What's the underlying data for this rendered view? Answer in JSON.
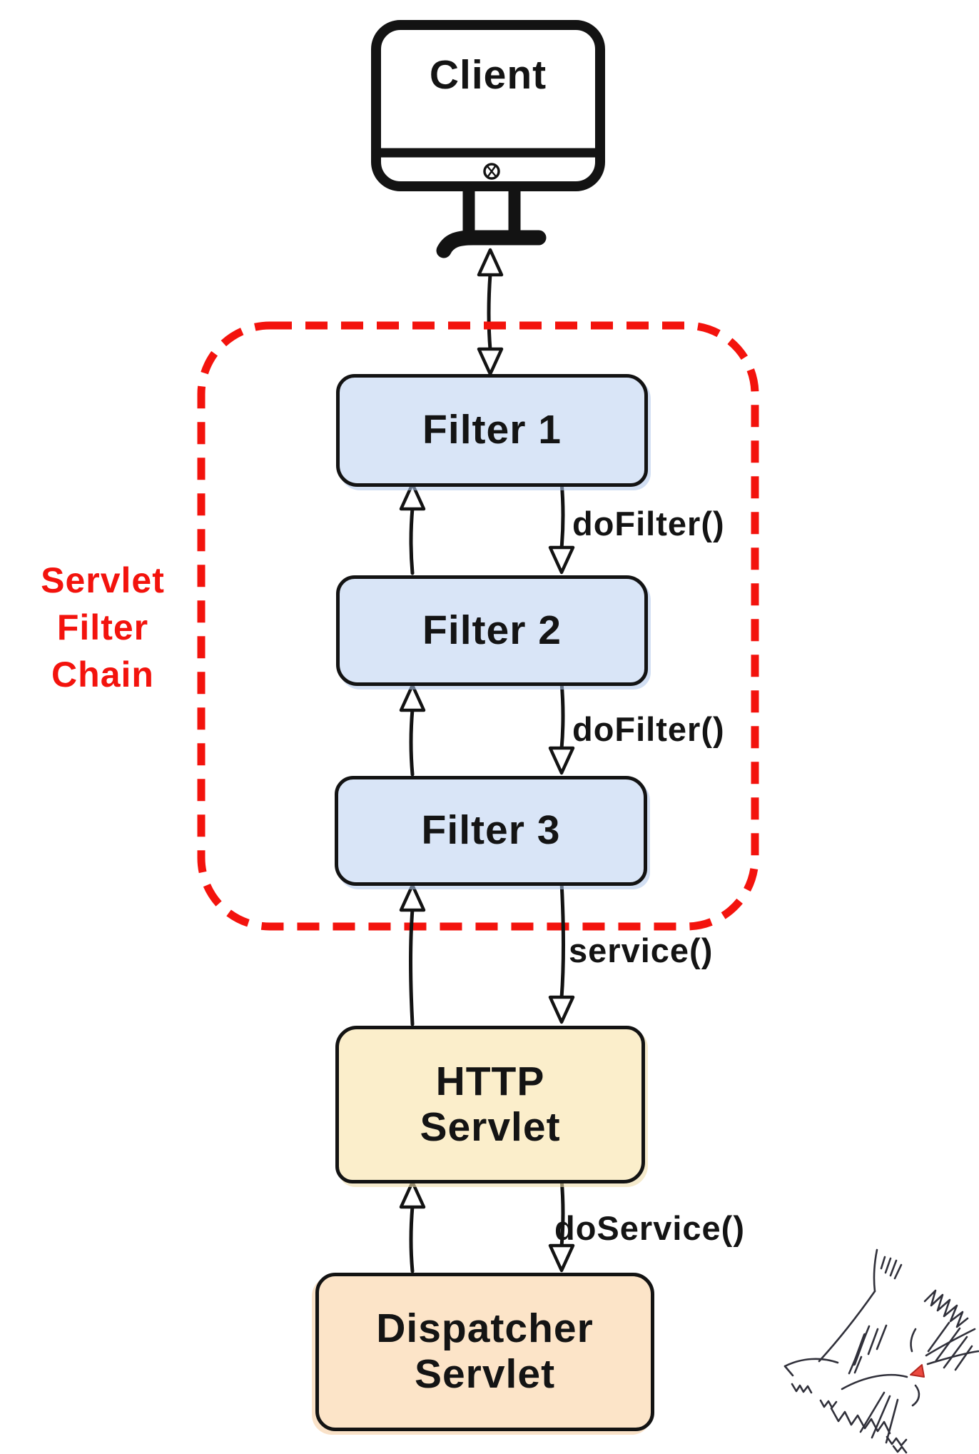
{
  "diagram": {
    "title": "Servlet Filter Chain request flow",
    "client": {
      "label": "Client",
      "icon": "client-monitor-icon"
    },
    "chain": {
      "title": "Servlet Filter Chain",
      "title_lines": [
        "Servlet",
        "Filter",
        "Chain"
      ],
      "outline_style": "red-dashed-rounded-rect",
      "filters": [
        {
          "label": "Filter 1"
        },
        {
          "label": "Filter 2"
        },
        {
          "label": "Filter 3"
        }
      ]
    },
    "http_servlet": {
      "label": "HTTP Servlet",
      "lines": [
        "HTTP",
        "Servlet"
      ]
    },
    "dispatcher_servlet": {
      "label": "Dispatcher Servlet",
      "lines": [
        "Dispatcher",
        "Servlet"
      ]
    },
    "edge_labels": [
      {
        "label": "doFilter()",
        "from": "Filter 1",
        "to": "Filter 2"
      },
      {
        "label": "doFilter()",
        "from": "Filter 2",
        "to": "Filter 3"
      },
      {
        "label": "service()",
        "from": "Filter 3",
        "to": "HTTP Servlet"
      },
      {
        "label": "doService()",
        "from": "HTTP Servlet",
        "to": "Dispatcher Servlet"
      }
    ],
    "decorations": [
      {
        "icon": "cat-sketch-icon",
        "position": "bottom-right"
      }
    ],
    "colors": {
      "filter_box_fill": "#d9e5f7",
      "http_servlet_fill": "#fbeecb",
      "dispatcher_fill": "#fce4c8",
      "chain_red": "#f3130d",
      "stroke_black": "#131313",
      "cat_nose_red": "#ec4a40"
    }
  }
}
